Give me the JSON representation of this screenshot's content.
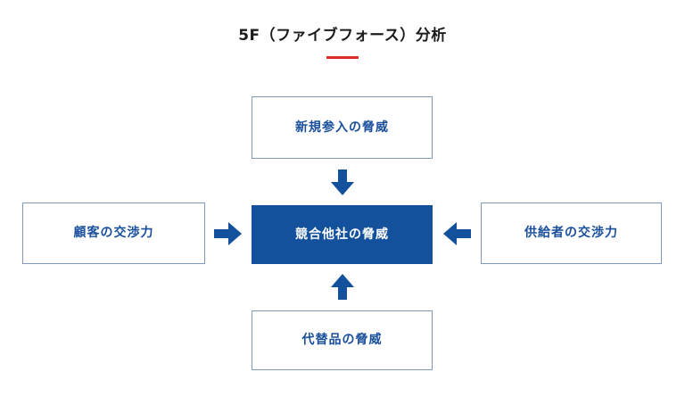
{
  "diagram": {
    "title": "5F（ファイブフォース）分析",
    "accent_color": "#e02b2b",
    "box_border_color": "#8099c1",
    "box_text_color": "#1a4f9c",
    "center_fill_color": "#14519c",
    "center_text_color": "#ffffff",
    "arrow_color": "#14519c",
    "background_color": "#ffffff",
    "nodes": {
      "top": {
        "label": "新規参入の脅威",
        "style": "outline",
        "position": "top"
      },
      "center": {
        "label": "競合他社の脅威",
        "style": "filled",
        "position": "center"
      },
      "left": {
        "label": "顧客の交渉力",
        "style": "outline",
        "position": "left"
      },
      "right": {
        "label": "供給者の交渉力",
        "style": "outline",
        "position": "right"
      },
      "bottom": {
        "label": "代替品の脅威",
        "style": "outline",
        "position": "bottom"
      }
    },
    "arrows": [
      {
        "name": "arrow-down",
        "from": "top",
        "to": "center",
        "direction": "down"
      },
      {
        "name": "arrow-up",
        "from": "bottom",
        "to": "center",
        "direction": "up"
      },
      {
        "name": "arrow-right",
        "from": "left",
        "to": "center",
        "direction": "right"
      },
      {
        "name": "arrow-left",
        "from": "right",
        "to": "center",
        "direction": "left"
      }
    ]
  }
}
